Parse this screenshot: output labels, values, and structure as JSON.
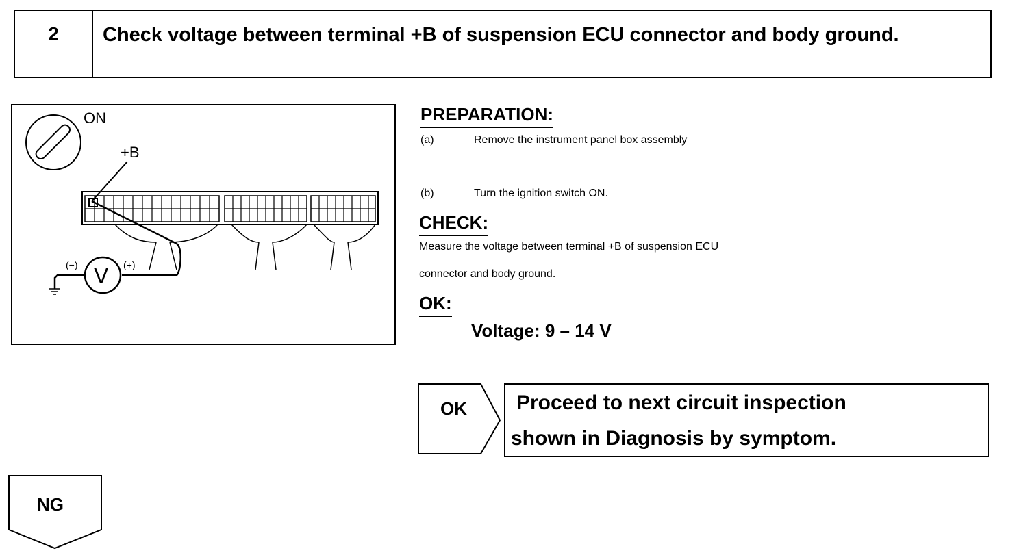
{
  "step": {
    "number": "2",
    "title": "Check voltage between terminal +B of suspension ECU connector and body ground."
  },
  "diagram": {
    "switch_label": "ON",
    "terminal_label": "+B",
    "meter_symbol": "V",
    "negative_label": "(−)",
    "positive_label": "(+)"
  },
  "preparation": {
    "heading": "PREPARATION:",
    "steps": [
      {
        "marker": "(a)",
        "text": "Remove the instrument panel box assembly"
      },
      {
        "marker": "(b)",
        "text": "Turn the ignition switch ON."
      }
    ]
  },
  "check": {
    "heading": "CHECK:",
    "line1": "Measure the voltage between terminal +B of suspension ECU",
    "line2": "connector and body ground."
  },
  "ok_spec": {
    "heading": "OK:",
    "spec": "Voltage: 9 – 14 V"
  },
  "flow": {
    "ok_label": "OK",
    "ok_result_line1": "Proceed to next circuit inspection",
    "ok_result_line2": "shown  in Diagnosis by symptom.",
    "ng_label": "NG"
  }
}
